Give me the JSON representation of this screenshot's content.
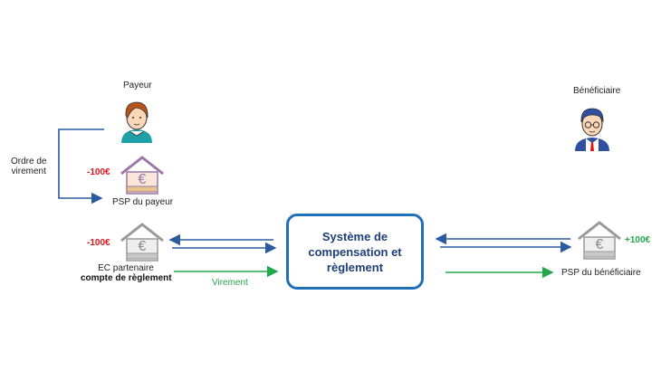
{
  "payer": {
    "label": "Payeur",
    "order_label_line1": "Ordre de",
    "order_label_line2": "virement",
    "psp_label": "PSP du payeur",
    "psp_amount": "-100€"
  },
  "ec": {
    "label_line1": "EC partenaire",
    "label_line2": "compte de règlement",
    "amount": "-100€",
    "transfer_label": "Virement"
  },
  "system": {
    "line1": "Système de",
    "line2": "compensation et",
    "line3": "règlement"
  },
  "beneficiary": {
    "label": "Bénéficiaire",
    "psp_label": "PSP du bénéficiaire",
    "psp_amount": "+100€"
  },
  "colors": {
    "blue_arrow": "#2b5aa0",
    "green_arrow": "#22a84b",
    "box_border": "#1f6fb8",
    "negative": "#e0141e",
    "positive": "#22a84b"
  }
}
